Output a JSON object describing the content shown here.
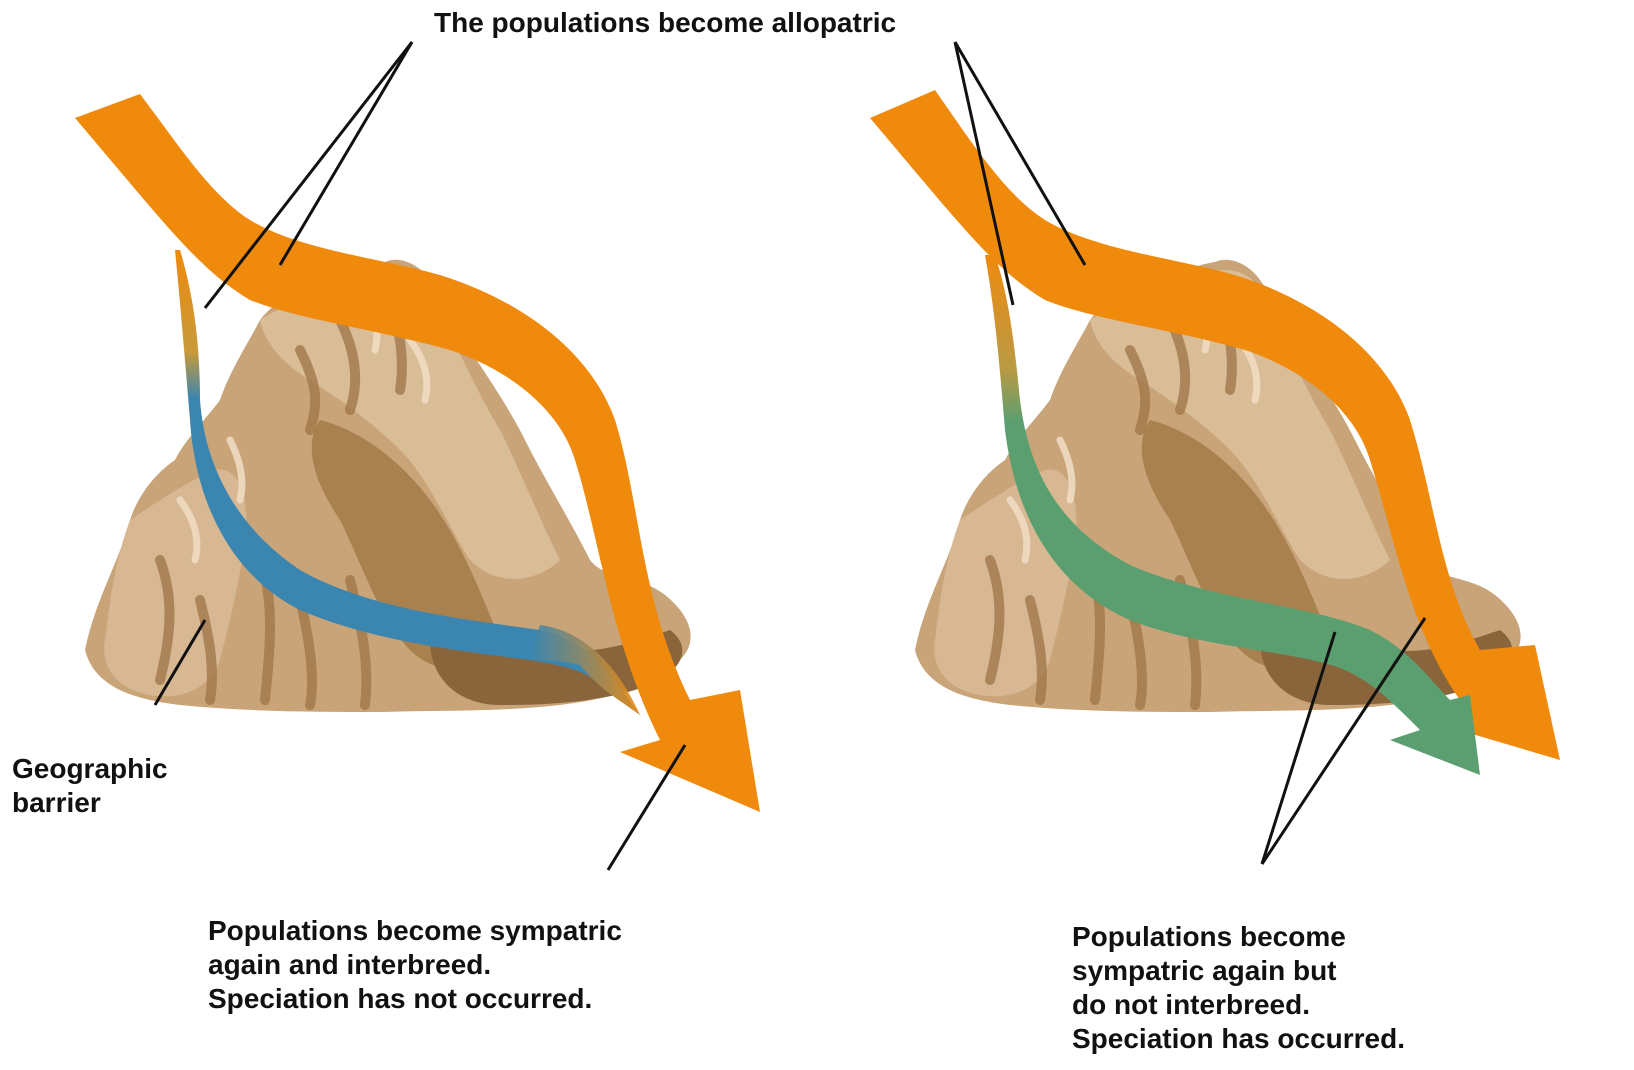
{
  "colors": {
    "background": "#ffffff",
    "orange_population": "#ef8a0d",
    "blue_population": "#3a86b0",
    "green_population": "#5b9f70",
    "rock_light": "#d4b48e",
    "rock_mid": "#b38a5c",
    "rock_dark": "#8a643b",
    "leader_lines": "#111111"
  },
  "labels": {
    "top_label": "The populations become allopatric",
    "barrier_label": [
      "Geographic",
      "barrier"
    ],
    "left_caption": [
      "Populations become sympatric",
      "again and interbreed.",
      "Speciation has not occurred."
    ],
    "right_caption": [
      "Populations become",
      "sympatric again but",
      "do not interbreed.",
      "Speciation has occurred."
    ]
  },
  "panels": [
    {
      "name": "no-speciation",
      "split_population_color": "blue_population"
    },
    {
      "name": "speciation",
      "split_population_color": "green_population"
    }
  ]
}
